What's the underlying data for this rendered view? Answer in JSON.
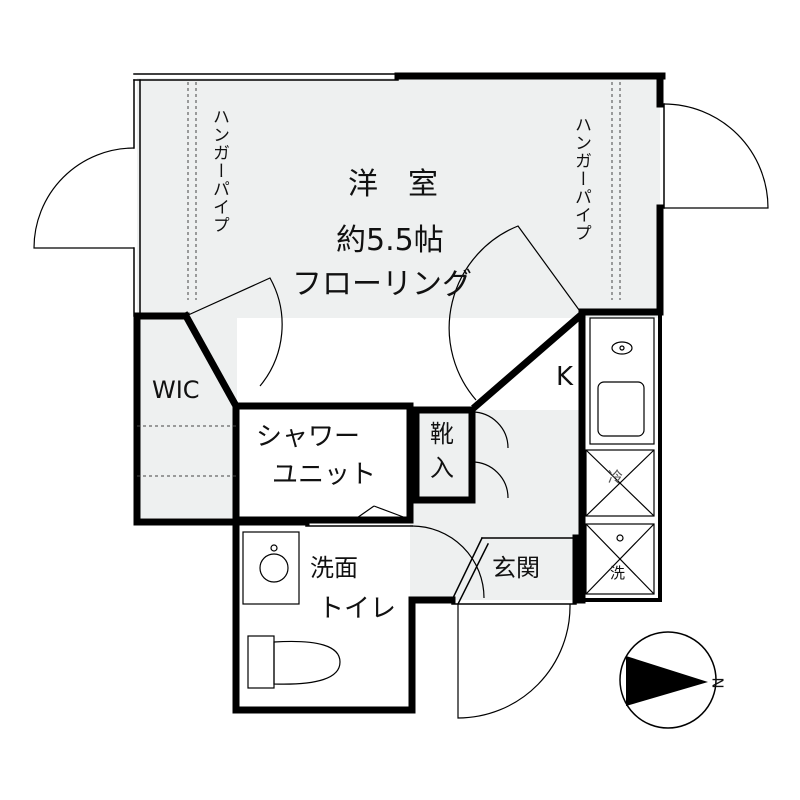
{
  "rooms": {
    "western_room_name": "洋　室",
    "western_room_size": "約5.5帖",
    "western_room_floor": "フローリング",
    "hanger_pipe_left": "ハンガーパイプ",
    "hanger_pipe_right": "ハンガーパイプ",
    "wic": "WIC",
    "kitchen": "K",
    "shower_line1": "シャワー",
    "shower_line2": "ユニット",
    "shoe_line1": "靴",
    "shoe_line2": "入",
    "washroom": "洗面",
    "toilet": "トイレ",
    "entrance": "玄関"
  },
  "fixtures": {
    "washer_top_label": "冷",
    "washer_bottom_label": "洗"
  },
  "compass": {
    "north_label": "N"
  }
}
